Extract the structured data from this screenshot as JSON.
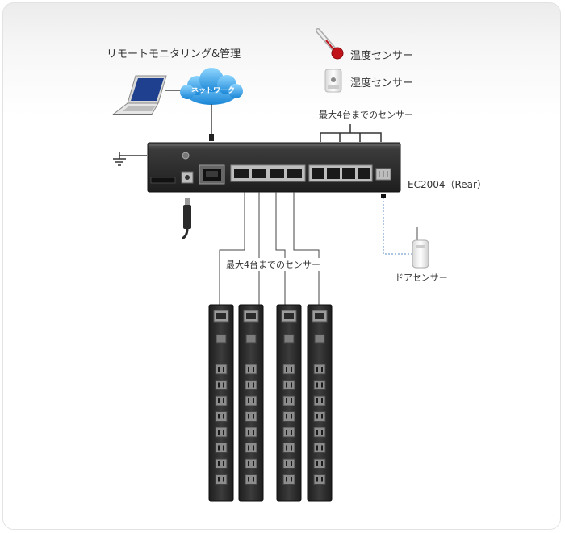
{
  "title": "リモートモニタリング&管理",
  "cloud_label": "ネットワーク",
  "temp_sensor_label": "温度センサー",
  "humidity_sensor_label": "湿度センサー",
  "sensor_top_label": "最大4台までのセンサー",
  "device_label": "EC2004（Rear）",
  "door_sensor_label": "ドアセンサー",
  "pdu_label": "最大4台までのセンサー",
  "pdu_count": 4,
  "outlets_per_pdu": 8
}
